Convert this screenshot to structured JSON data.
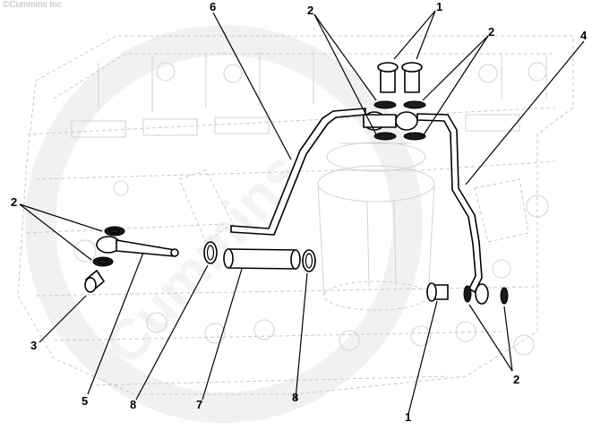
{
  "copyright": "©Cummins Inc",
  "watermark_text": "Cummins",
  "callouts": [
    {
      "id": "c1a",
      "label": "1"
    },
    {
      "id": "c1b",
      "label": "1"
    },
    {
      "id": "c2a",
      "label": "2"
    },
    {
      "id": "c2b",
      "label": "2"
    },
    {
      "id": "c2c",
      "label": "2"
    },
    {
      "id": "c2d",
      "label": "2"
    },
    {
      "id": "c3",
      "label": "3"
    },
    {
      "id": "c4",
      "label": "4"
    },
    {
      "id": "c5",
      "label": "5"
    },
    {
      "id": "c6",
      "label": "6"
    },
    {
      "id": "c7",
      "label": "7"
    },
    {
      "id": "c8a",
      "label": "8"
    },
    {
      "id": "c8b",
      "label": "8"
    }
  ],
  "colors": {
    "line": "#000000",
    "ghost": "#c9c9c9",
    "background": "#ffffff"
  }
}
